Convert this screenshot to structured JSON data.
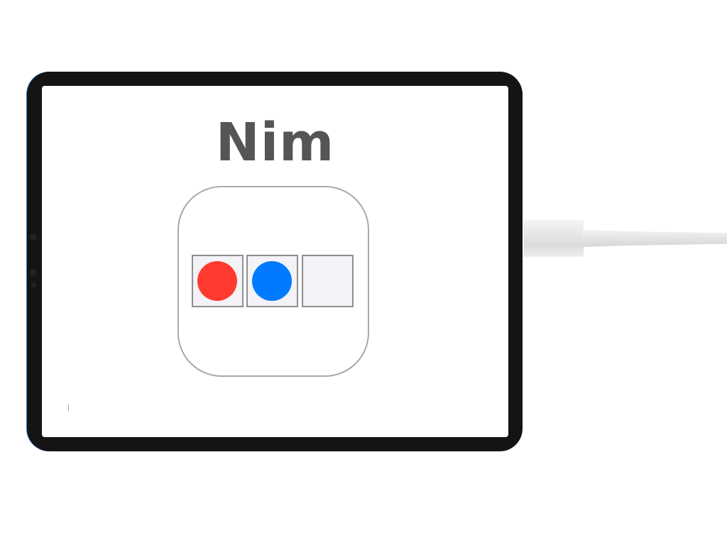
{
  "app": {
    "title": "Nim"
  },
  "board": {
    "cells": [
      {
        "piece": "red"
      },
      {
        "piece": "blue"
      },
      {
        "piece": null
      }
    ]
  },
  "colors": {
    "red": "#ff3b30",
    "blue": "#007aff",
    "cell": "#f2f2f7",
    "title": "#555555"
  }
}
